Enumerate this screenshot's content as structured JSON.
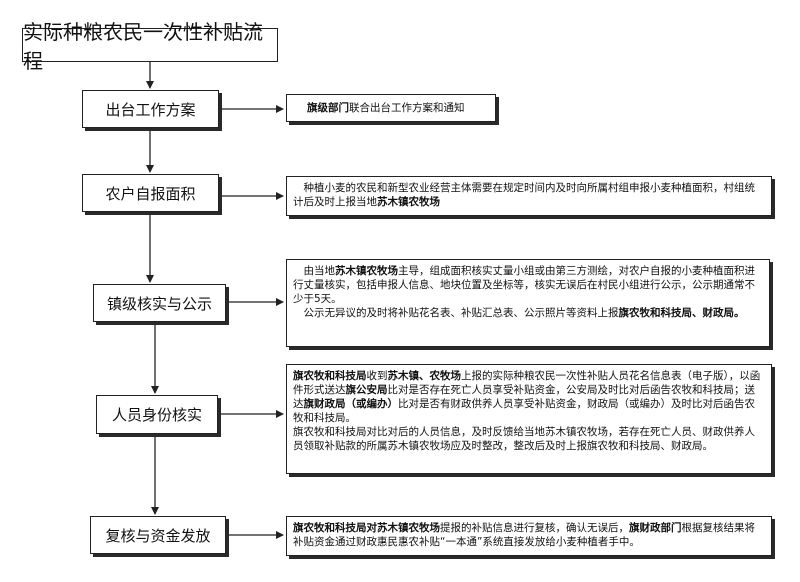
{
  "title": "实际种粮农民一次性补贴流程",
  "steps": [
    {
      "label": "出台工作方案"
    },
    {
      "label": "农户自报面积"
    },
    {
      "label": "镇级核实与公示"
    },
    {
      "label": "人员身份核实"
    },
    {
      "label": "复核与资金发放"
    }
  ],
  "details": [
    {
      "paras": [
        [
          {
            "t": "旗级部门",
            "b": true
          },
          {
            "t": "联合出台工作方案和通知"
          }
        ]
      ]
    },
    {
      "paras": [
        [
          {
            "t": "　种植小麦的农民和新型农业经营主体需要在规定时间内及时向所属村组申报小麦种植面积，村组统计后及时上报当地"
          },
          {
            "t": "苏木镇农牧场",
            "b": true
          }
        ]
      ]
    },
    {
      "paras": [
        [
          {
            "t": "　由当地"
          },
          {
            "t": "苏木镇农牧场",
            "b": true
          },
          {
            "t": "主导，组成面积核实丈量小组或由第三方测绘，对农户自报的小麦种植面积进行丈量核实，包括申报人信息、地块位置及坐标等，核实无误后在村民小组进行公示，公示期通常不少于5天。"
          }
        ],
        [
          {
            "t": "　公示无异议的及时将补贴花名表、补贴汇总表、公示照片等资料上报"
          },
          {
            "t": "旗农牧和科技局、财政局。",
            "b": true
          }
        ]
      ]
    },
    {
      "paras": [
        [
          {
            "t": "旗农牧和科技局",
            "b": true
          },
          {
            "t": "收到"
          },
          {
            "t": "苏木镇、农牧场",
            "b": true
          },
          {
            "t": "上报的实际种粮农民一次性补贴人员花名信息表（电子版），以函件形式送达"
          },
          {
            "t": "旗公安局",
            "b": true
          },
          {
            "t": "比对是否存在死亡人员享受补贴资金，公安局及时比对后函告农牧和科技局；送达"
          },
          {
            "t": "旗财政局（或编办）",
            "b": true
          },
          {
            "t": "比对是否有财政供养人员享受补贴资金，财政局（或编办）及时比对后函告农牧和科技局。"
          }
        ],
        [
          {
            "t": "旗农牧和科技局对比对后的人员信息，及时反馈给当地苏木镇农牧场，若存在死亡人员、财政供养人员领取补贴款的所属苏木镇农牧场应及时整改，整改后及时上报旗农牧和科技局、财政局。"
          }
        ]
      ]
    },
    {
      "paras": [
        [
          {
            "t": "旗农牧和科技局对苏木镇农牧场",
            "b": true
          },
          {
            "t": "提报的补贴信息进行复核，确认无误后，"
          },
          {
            "t": "旗财政部门",
            "b": true
          },
          {
            "t": "根据复核结果将补贴资金通过财政惠民惠农补贴“一本通”系统直接发放给小麦种植者手中。"
          }
        ]
      ]
    }
  ]
}
